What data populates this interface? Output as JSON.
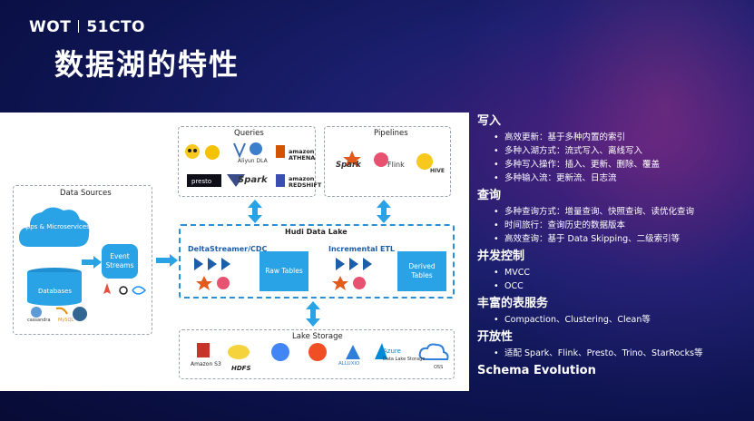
{
  "brand": {
    "left": "WOT",
    "right": "51CTO"
  },
  "title": "数据湖的特性",
  "diagram": {
    "queries_label": "Queries",
    "pipelines_label": "Pipelines",
    "data_sources_label": "Data Sources",
    "apps_label": "Apps & Microservices",
    "databases_label": "Databases",
    "event_streams_label": "Event Streams",
    "hudi_label": "Hudi Data Lake",
    "deltastreamer_label": "DeltaStreamer/CDC",
    "raw_tables_label": "Raw Tables",
    "incremental_label": "Incremental ETL",
    "derived_tables_label": "Derived Tables",
    "lake_storage_label": "Lake Storage",
    "query_logos": [
      "Aliyun DLA",
      "amazon ATHENA",
      "presto",
      "Spark",
      "amazon REDSHIFT"
    ],
    "pipeline_logos": [
      "Spark",
      "Flink",
      "HIVE"
    ],
    "db_logos": [
      "cassandra",
      "MySQL"
    ],
    "storage_logos": [
      "Amazon S3",
      "HDFS",
      "ALLUXIO",
      "Azure",
      "Data Lake Storage",
      "OSS"
    ]
  },
  "features": [
    {
      "heading": "写入",
      "items": [
        "高效更新：基于多种内置的索引",
        "多种入湖方式：流式写入、离线写入",
        "多种写入操作：插入、更新、删除、覆盖",
        "多种输入流：更新流、日志流"
      ]
    },
    {
      "heading": "查询",
      "items": [
        "多种查询方式：增量查询、快照查询、读优化查询",
        "时间旅行：查询历史的数据版本",
        "高效查询：基于 Data Skipping、二级索引等"
      ]
    },
    {
      "heading": "并发控制",
      "items": [
        "MVCC",
        "OCC"
      ]
    },
    {
      "heading": "丰富的表服务",
      "items": [
        "Compaction、Clustering、Clean等"
      ]
    },
    {
      "heading": "开放性",
      "items": [
        "适配 Spark、Flink、Presto、Trino、StarRocks等"
      ]
    },
    {
      "heading": "Schema Evolution",
      "items": []
    }
  ],
  "colors": {
    "accent_blue": "#29a3e6",
    "dashed_blue": "#2b8fd6",
    "bg_dark": "#0d1450"
  }
}
